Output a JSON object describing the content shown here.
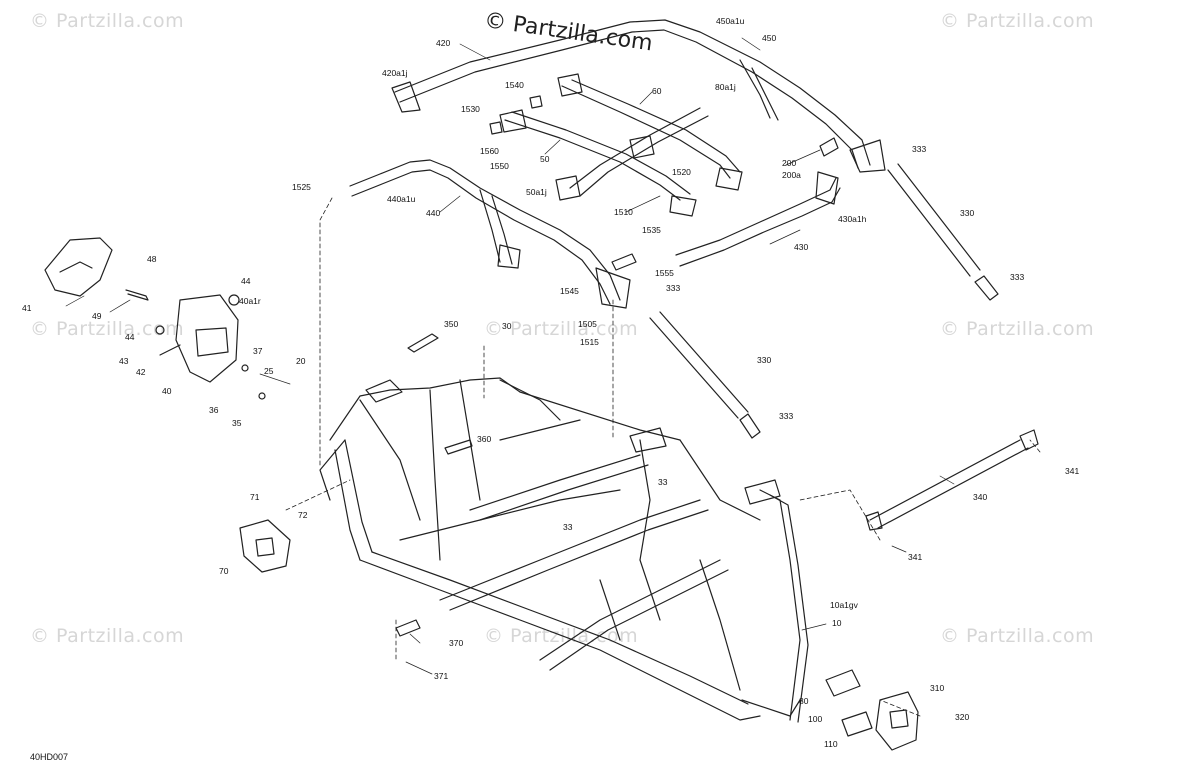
{
  "watermark": {
    "text": "© Partzilla.com",
    "copyright": "© Partzilla.com"
  },
  "diagram": {
    "code": "40HD007",
    "callouts": [
      {
        "id": "c420",
        "text": "420"
      },
      {
        "id": "c450a1u",
        "text": "450a1u"
      },
      {
        "id": "c450",
        "text": "450"
      },
      {
        "id": "c420a1j",
        "text": "420a1j"
      },
      {
        "id": "c1540",
        "text": "1540"
      },
      {
        "id": "c60",
        "text": "60"
      },
      {
        "id": "c80a1j",
        "text": "80a1j"
      },
      {
        "id": "c1530",
        "text": "1530"
      },
      {
        "id": "c1560",
        "text": "1560"
      },
      {
        "id": "c1550",
        "text": "1550"
      },
      {
        "id": "c50",
        "text": "50"
      },
      {
        "id": "c333a",
        "text": "333"
      },
      {
        "id": "c200",
        "text": "200"
      },
      {
        "id": "c200a",
        "text": "200a"
      },
      {
        "id": "c1520",
        "text": "1520"
      },
      {
        "id": "c1525",
        "text": "1525"
      },
      {
        "id": "c50a1j",
        "text": "50a1j"
      },
      {
        "id": "c440a1u",
        "text": "440a1u"
      },
      {
        "id": "c440",
        "text": "440"
      },
      {
        "id": "c1510",
        "text": "1510"
      },
      {
        "id": "c430a1h",
        "text": "430a1h"
      },
      {
        "id": "c330a",
        "text": "330"
      },
      {
        "id": "c1535",
        "text": "1535"
      },
      {
        "id": "c430",
        "text": "430"
      },
      {
        "id": "c48",
        "text": "48"
      },
      {
        "id": "c1555",
        "text": "1555"
      },
      {
        "id": "c333b",
        "text": "333"
      },
      {
        "id": "c44a",
        "text": "44"
      },
      {
        "id": "c41",
        "text": "41"
      },
      {
        "id": "c49",
        "text": "49"
      },
      {
        "id": "c40a1r",
        "text": "40a1r"
      },
      {
        "id": "c1545",
        "text": "1545"
      },
      {
        "id": "c333c",
        "text": "333"
      },
      {
        "id": "c44b",
        "text": "44"
      },
      {
        "id": "c350",
        "text": "350"
      },
      {
        "id": "c30",
        "text": "30"
      },
      {
        "id": "c1505",
        "text": "1505"
      },
      {
        "id": "c1515",
        "text": "1515"
      },
      {
        "id": "c43",
        "text": "43"
      },
      {
        "id": "c37",
        "text": "37"
      },
      {
        "id": "c42",
        "text": "42"
      },
      {
        "id": "c20",
        "text": "20"
      },
      {
        "id": "c25",
        "text": "25"
      },
      {
        "id": "c330b",
        "text": "330"
      },
      {
        "id": "c40",
        "text": "40"
      },
      {
        "id": "c36",
        "text": "36"
      },
      {
        "id": "c35",
        "text": "35"
      },
      {
        "id": "c333d",
        "text": "333"
      },
      {
        "id": "c360",
        "text": "360"
      },
      {
        "id": "c341a",
        "text": "341"
      },
      {
        "id": "c33a",
        "text": "33"
      },
      {
        "id": "c71",
        "text": "71"
      },
      {
        "id": "c340",
        "text": "340"
      },
      {
        "id": "c72",
        "text": "72"
      },
      {
        "id": "c33b",
        "text": "33"
      },
      {
        "id": "c341b",
        "text": "341"
      },
      {
        "id": "c70",
        "text": "70"
      },
      {
        "id": "c10a1gv",
        "text": "10a1gv"
      },
      {
        "id": "c10",
        "text": "10"
      },
      {
        "id": "c370",
        "text": "370"
      },
      {
        "id": "c371",
        "text": "371"
      },
      {
        "id": "c310",
        "text": "310"
      },
      {
        "id": "c80",
        "text": "80"
      },
      {
        "id": "c320",
        "text": "320"
      },
      {
        "id": "c100",
        "text": "100"
      },
      {
        "id": "c110",
        "text": "110"
      }
    ]
  }
}
